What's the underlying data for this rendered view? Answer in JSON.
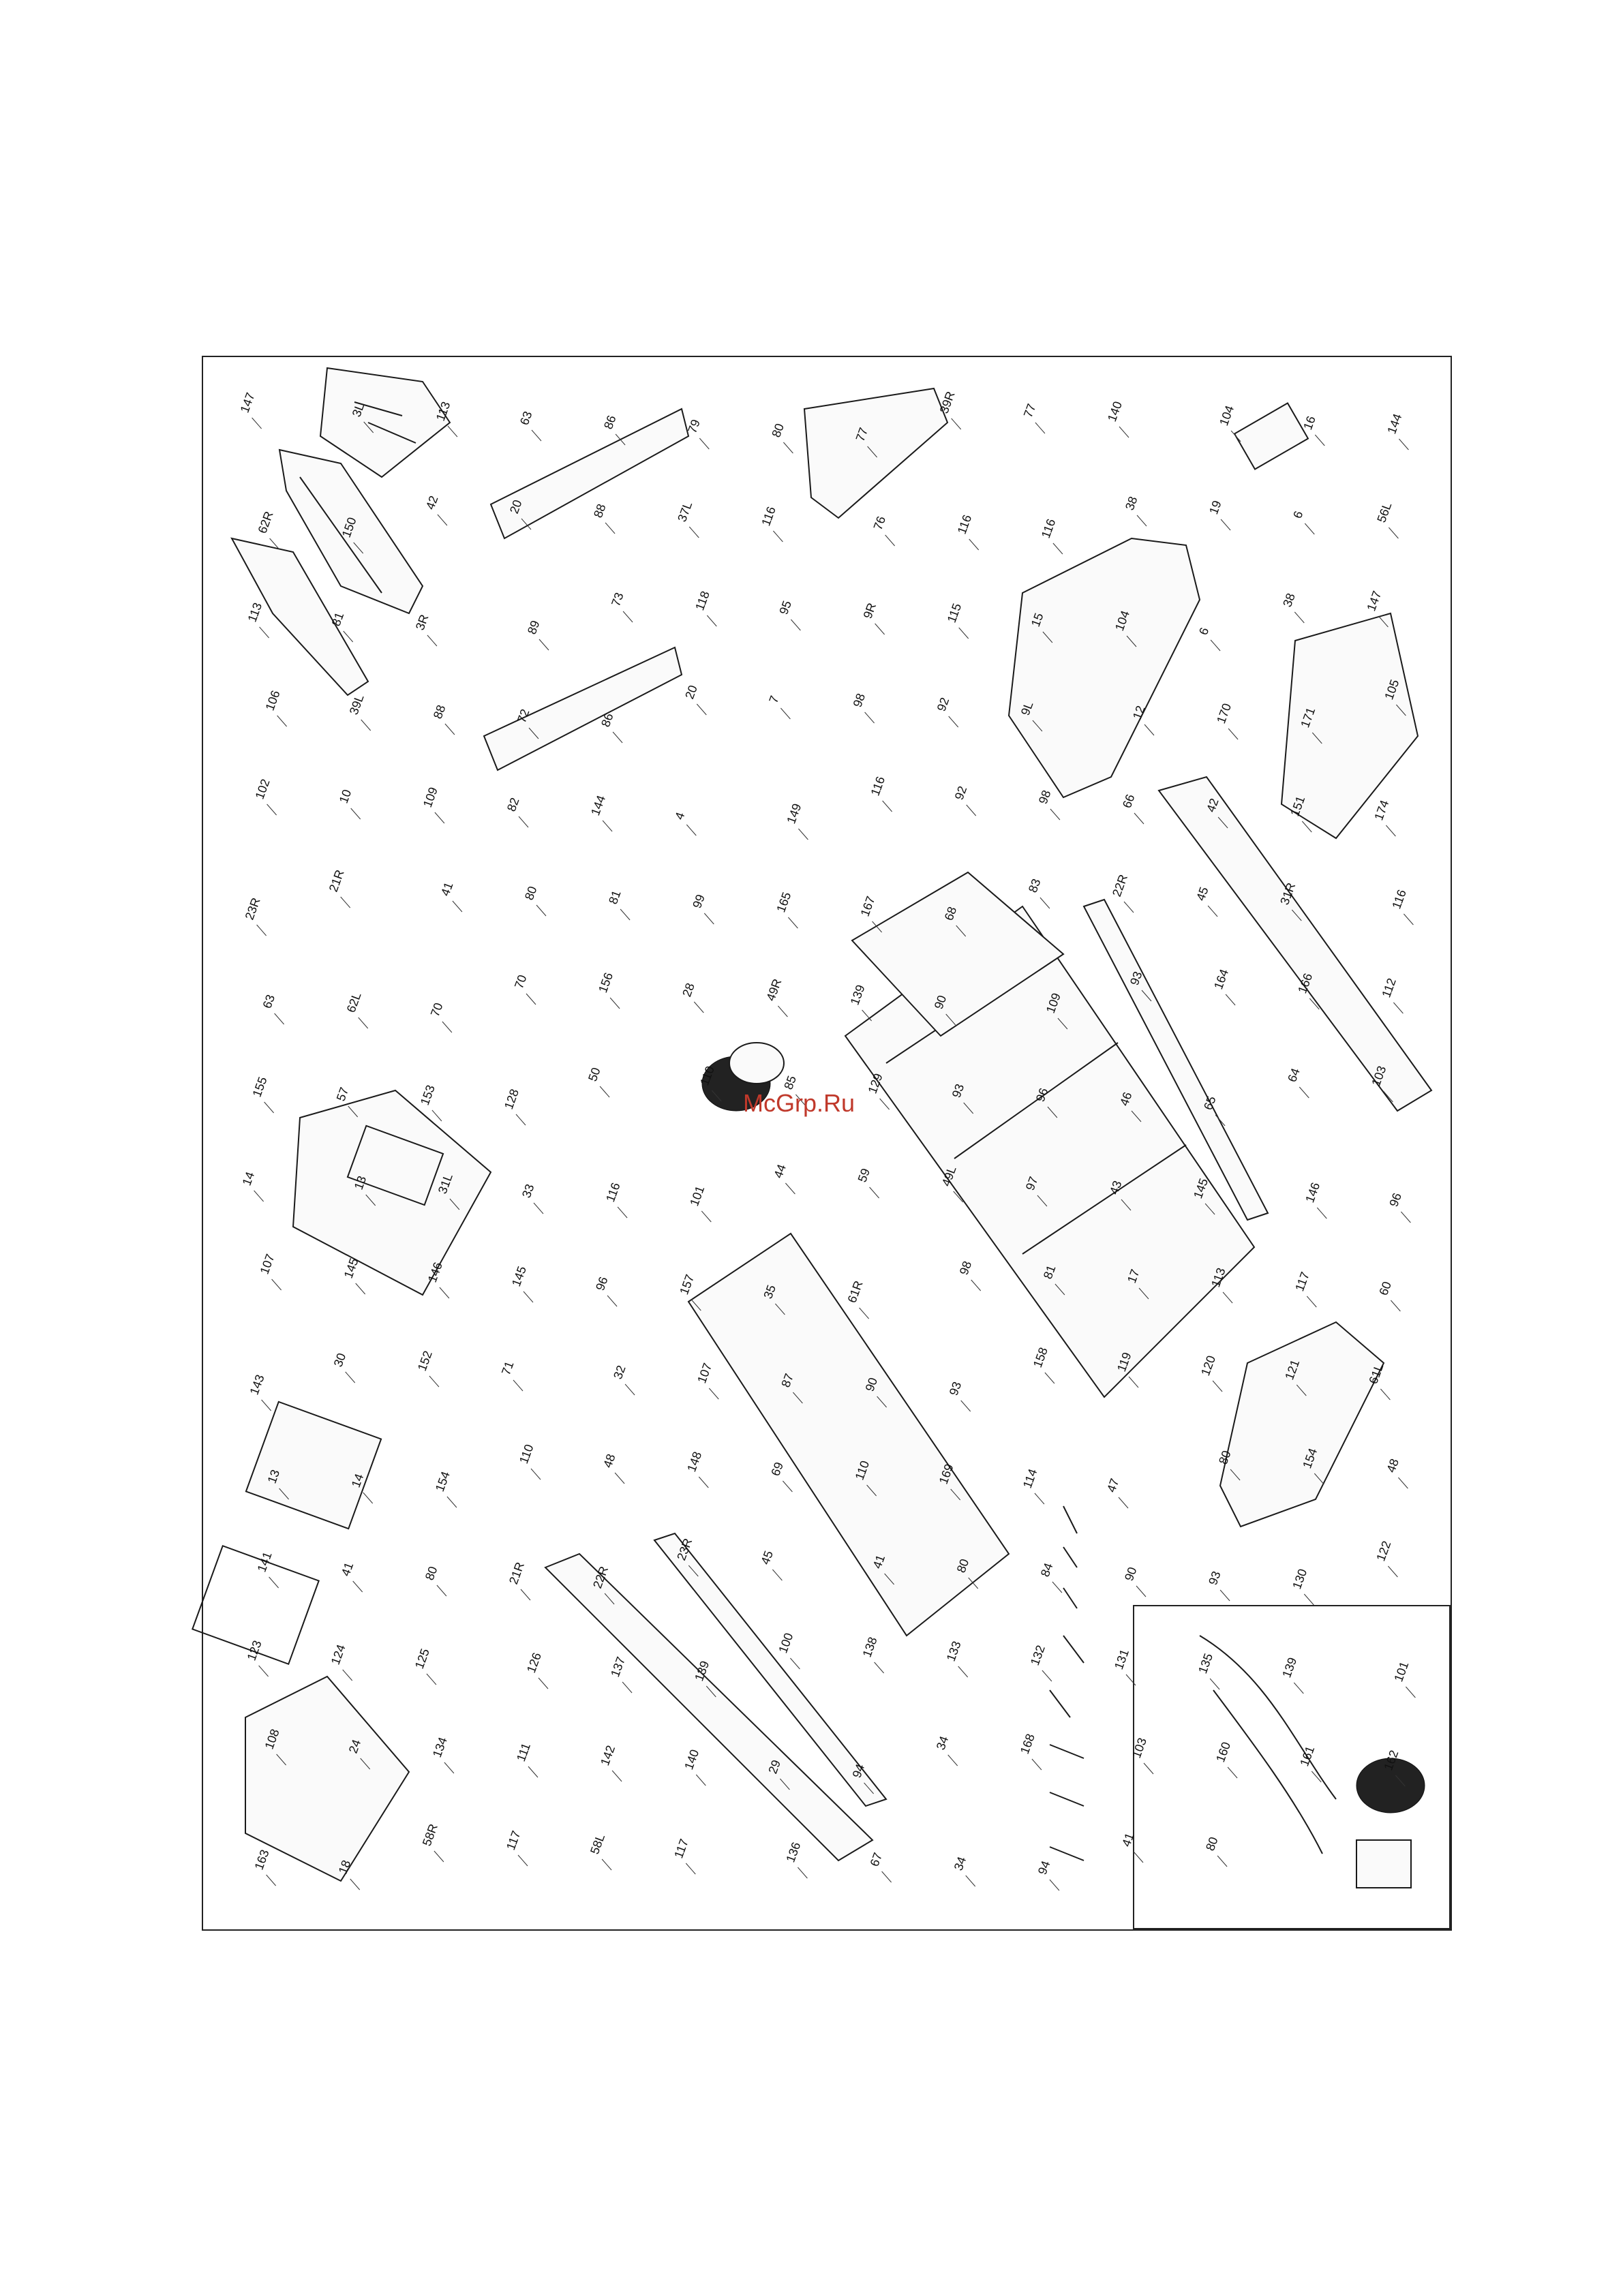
{
  "watermark": {
    "text": "McGrp.Ru",
    "color": "#c0392b"
  },
  "labels": [
    "147",
    "3L",
    "113",
    "63",
    "86",
    "79",
    "80",
    "77",
    "39R",
    "77",
    "140",
    "104",
    "16",
    "144",
    "62R",
    "150",
    "42",
    "20",
    "88",
    "37L",
    "116",
    "76",
    "116",
    "116",
    "38",
    "19",
    "6",
    "56L",
    "113",
    "81",
    "3R",
    "89",
    "73",
    "118",
    "95",
    "9R",
    "115",
    "15",
    "104",
    "6",
    "38",
    "147",
    "106",
    "39L",
    "88",
    "72",
    "86",
    "20",
    "7",
    "98",
    "92",
    "9L",
    "12",
    "170",
    "171",
    "105",
    "102",
    "10",
    "109",
    "82",
    "144",
    "4",
    "149",
    "116",
    "92",
    "98",
    "66",
    "42",
    "151",
    "174",
    "23R",
    "21R",
    "41",
    "80",
    "81",
    "99",
    "165",
    "167",
    "68",
    "83",
    "22R",
    "45",
    "31R",
    "116",
    "63",
    "62L",
    "70",
    "70",
    "156",
    "28",
    "49R",
    "139",
    "90",
    "109",
    "93",
    "164",
    "166",
    "112",
    "155",
    "57",
    "153",
    "128",
    "50",
    "110",
    "85",
    "129",
    "93",
    "96",
    "46",
    "65",
    "64",
    "103",
    "14",
    "13",
    "31L",
    "33",
    "116",
    "101",
    "44",
    "59",
    "49L",
    "97",
    "43",
    "145",
    "146",
    "96",
    "107",
    "145",
    "146",
    "145",
    "96",
    "157",
    "35",
    "61R",
    "98",
    "81",
    "17",
    "113",
    "117",
    "60",
    "143",
    "30",
    "152",
    "71",
    "32",
    "107",
    "87",
    "90",
    "93",
    "158",
    "119",
    "120",
    "121",
    "61L",
    "13",
    "14",
    "154",
    "110",
    "48",
    "148",
    "69",
    "110",
    "169",
    "114",
    "47",
    "80",
    "154",
    "48",
    "141",
    "41",
    "80",
    "21R",
    "22R",
    "23R",
    "45",
    "41",
    "80",
    "84",
    "90",
    "93",
    "130",
    "122",
    "123",
    "124",
    "125",
    "126",
    "137",
    "139",
    "100",
    "138",
    "133",
    "132",
    "131",
    "135",
    "139",
    "101",
    "108",
    "24",
    "134",
    "111",
    "142",
    "140",
    "29",
    "94",
    "34",
    "168",
    "103",
    "160",
    "161",
    "162",
    "163",
    "18",
    "58R",
    "117",
    "58L",
    "117",
    "136",
    "67",
    "34",
    "94",
    "41",
    "80"
  ]
}
